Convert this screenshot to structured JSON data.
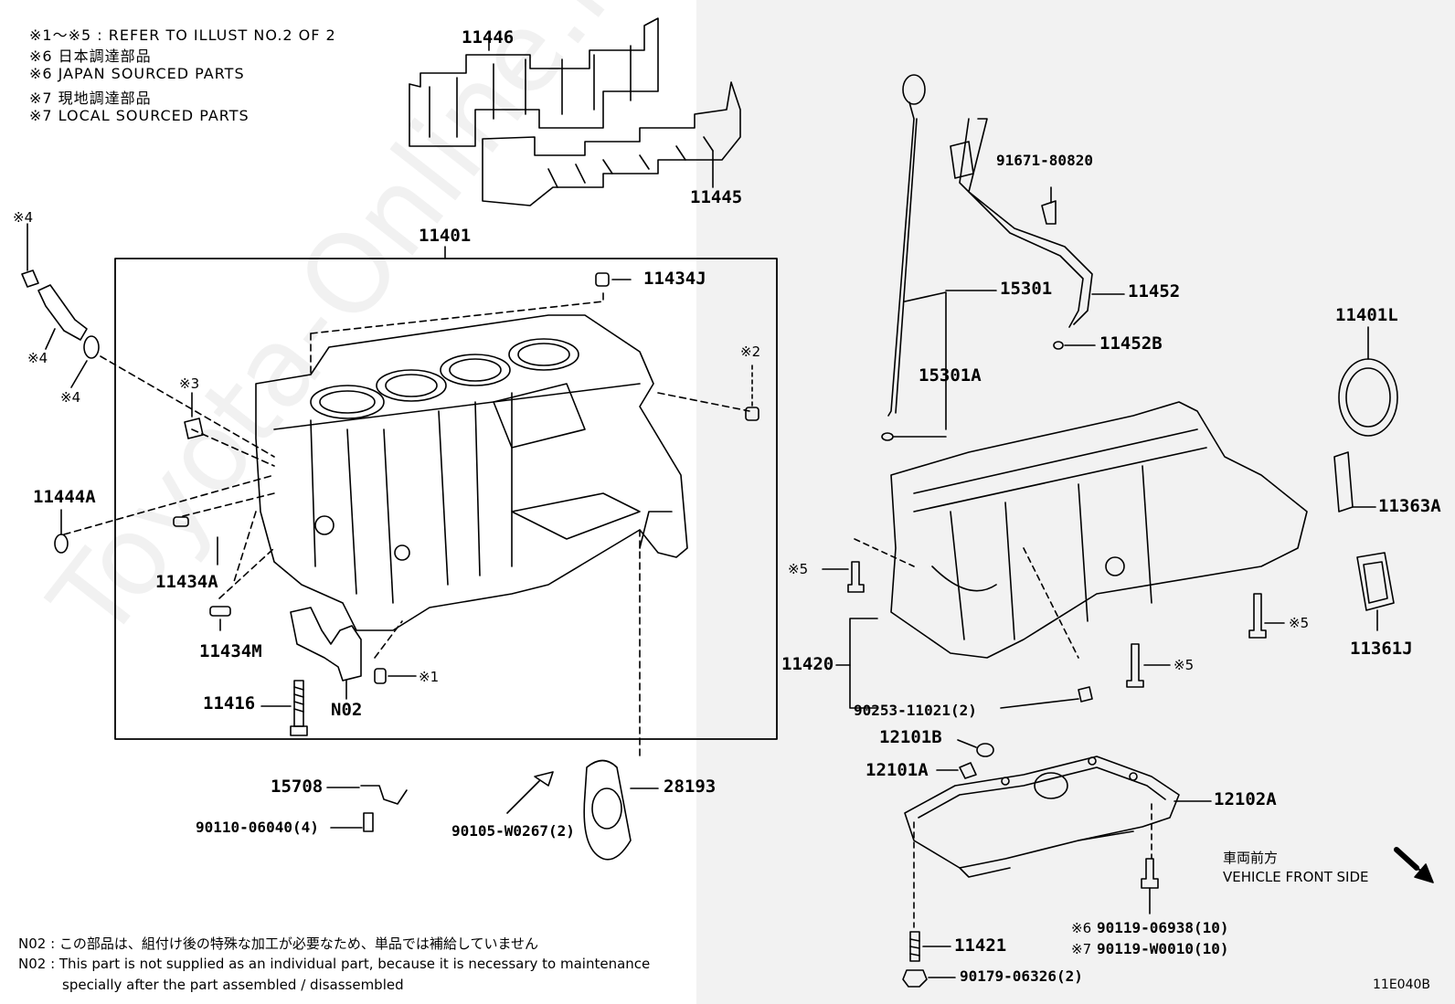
{
  "notes": [
    "※1～※5 : REFER TO ILLUST NO.2 OF 2",
    "※6 日本調達部品",
    "※6 JAPAN SOURCED PARTS",
    "※7 現地調達部品",
    "※7 LOCAL SOURCED PARTS"
  ],
  "parts": {
    "p11446": "11446",
    "p11445": "11445",
    "p11401": "11401",
    "p11434J": "11434J",
    "p11444A": "11444A",
    "p11434A": "11434A",
    "p11434M": "11434M",
    "p11416": "11416",
    "pN02": "N02",
    "p15708": "15708",
    "p90110": "90110-06040(4)",
    "p90105": "90105-W0267(2)",
    "p28193": "28193",
    "p91671": "91671-80820",
    "p15301": "15301",
    "p11452": "11452",
    "p11452B": "11452B",
    "p15301A": "15301A",
    "p11401L": "11401L",
    "p11363A": "11363A",
    "p11361J": "11361J",
    "p11420": "11420",
    "p90253": "90253-11021(2)",
    "p12101B": "12101B",
    "p12101A": "12101A",
    "p12102A": "12102A",
    "p11421": "11421",
    "p90179": "90179-06326(2)",
    "p90119a": "90119-06938(10)",
    "p90119b": "90119-W0010(10)"
  },
  "marks": {
    "m4a": "※4",
    "m4b": "※4",
    "m4c": "※4",
    "m3": "※3",
    "m2": "※2",
    "m1": "※1",
    "m5a": "※5",
    "m5b": "※5",
    "m5c": "※5",
    "m6": "※6",
    "m7": "※7"
  },
  "front": {
    "jp": "車両前方",
    "en": "VEHICLE FRONT SIDE"
  },
  "footnotes": [
    "N02 : この部品は、組付け後の特殊な加工が必要なため、単品では補給していません",
    "N02 : This part is not supplied as an individual part, because it is necessary to maintenance",
    "specially after the part assembled / disassembled"
  ],
  "diagram_id": "11E040B",
  "watermark": "Toyota-Online.ru"
}
